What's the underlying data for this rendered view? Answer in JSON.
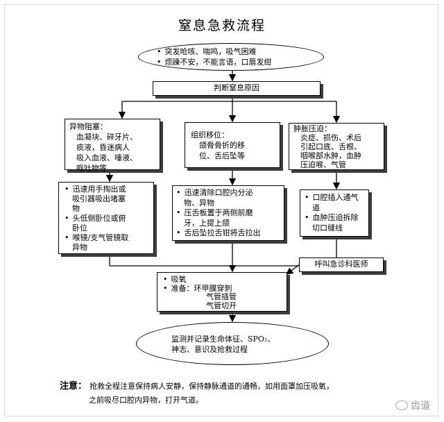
{
  "title": "窒息急救流程",
  "start": {
    "lines": [
      "突发呛咳、喘鸣，吸气困难",
      "烦躁不安，不能言语，口唇发绀"
    ]
  },
  "judge": "判断窒息原因",
  "causes": {
    "foreign": [
      "异物阻塞：",
      "血凝块、碎牙片、",
      "痰液，昏迷病人",
      "吸入血液、唾液、",
      "呕吐物等"
    ],
    "displacement": [
      "组织移位：",
      "颌骨骨折的移",
      "位、舌后坠等"
    ],
    "compression": [
      "肿胀压迫：",
      "炎症、损伤、术后",
      "引起口底、舌根、",
      "咽喉部水肿，血肿",
      "压迫喉、气管"
    ]
  },
  "actions": {
    "foreign": [
      "迅速用手掏出或",
      "吸引器吸出堵塞",
      "物",
      "头低侧卧位或俯",
      "卧位",
      "喉镜/支气管镜取",
      "异物"
    ],
    "displacement": [
      "迅速清除口腔内分泌",
      "物、异物",
      "压舌板置于两侧前磨",
      "牙，上提上颌",
      "舌后坠拉舌钳将舌拉出"
    ],
    "compression": [
      "口腔插入通气",
      "道",
      "血肿压迫拆除",
      "切口缝线"
    ]
  },
  "call": "呼叫急诊科医师",
  "treatment": [
    "吸氧",
    "准备：环甲膜穿刺",
    "气管插管",
    "气管切开"
  ],
  "monitor": [
    "监测并记录生命体征、SPO₂、",
    "神志、意识及抢救过程"
  ],
  "note": {
    "label": "注意：",
    "line1": "抢救全程注意保持病人安静，保持静脉通道的通畅，如用面罩加压吸氧，",
    "line2": "之前吸尽口腔内异物，打开气道。"
  },
  "watermark": "齿道"
}
